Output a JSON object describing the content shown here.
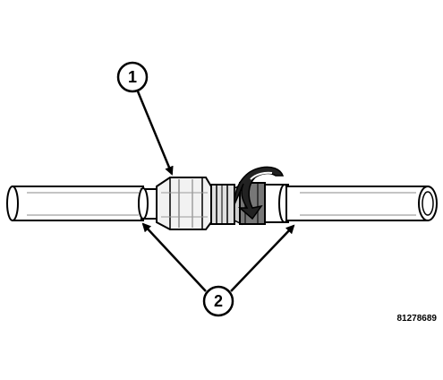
{
  "callouts": [
    {
      "number": "1"
    },
    {
      "number": "2"
    }
  ],
  "reference_code": "81278689"
}
